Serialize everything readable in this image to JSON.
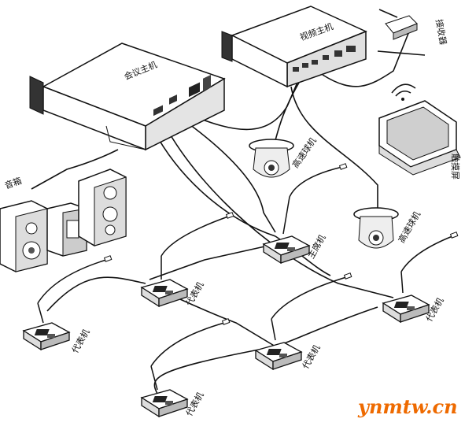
{
  "devices": {
    "main_host": "会议主机",
    "video_host": "视频主机",
    "speakers": "音箱",
    "chairman_unit_label": "主席机",
    "delegate_unit_label": "代表机",
    "camera_label": "高速球机",
    "touch_panel": "触摸屏",
    "receiver": "接收器"
  },
  "watermark": "ynmtw.cn"
}
